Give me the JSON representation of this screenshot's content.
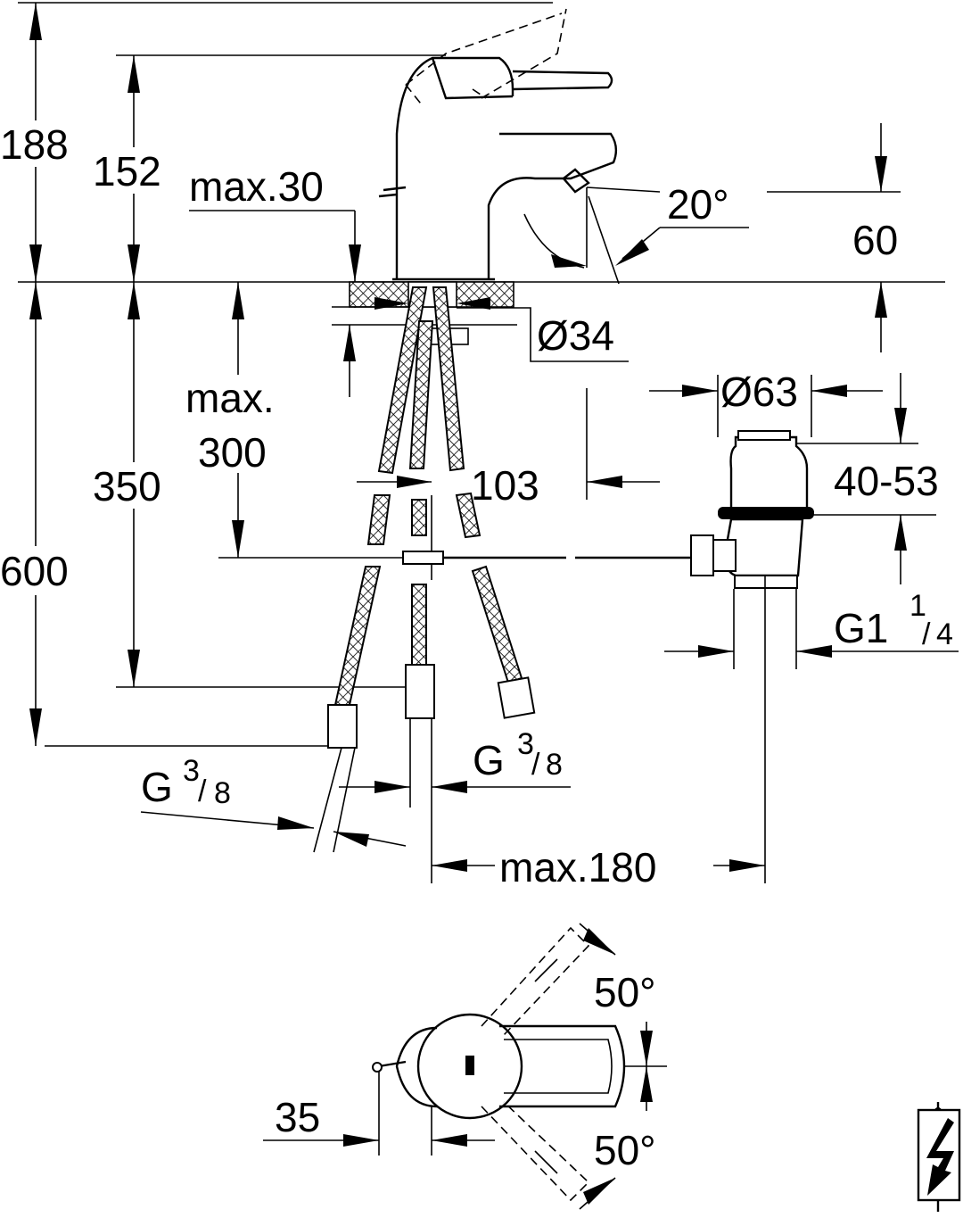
{
  "dimensions": {
    "total_height": "188",
    "spout_height": "152",
    "max_deck": "max.30",
    "spout_angle": "20°",
    "spout_clearance": "60",
    "hole_diameter": "Ø34",
    "max_label": "max.",
    "max_value": "300",
    "hose_350": "350",
    "hose_600": "600",
    "reach": "103",
    "waste_diameter": "Ø63",
    "waste_range": "40-53",
    "waste_thread": "G1",
    "waste_thread_num": "1",
    "waste_thread_den": "4",
    "hose_thread_right": "G",
    "hose_thread_right_num": "3",
    "hose_thread_right_den": "8",
    "hose_thread_left": "G",
    "hose_thread_left_num": "3",
    "hose_thread_left_den": "8",
    "rod_max": "max.180",
    "lever_angle_top": "50°",
    "lever_angle_bottom": "50°",
    "lever_offset": "35"
  },
  "symbol": {
    "icon": "high-voltage-icon"
  }
}
